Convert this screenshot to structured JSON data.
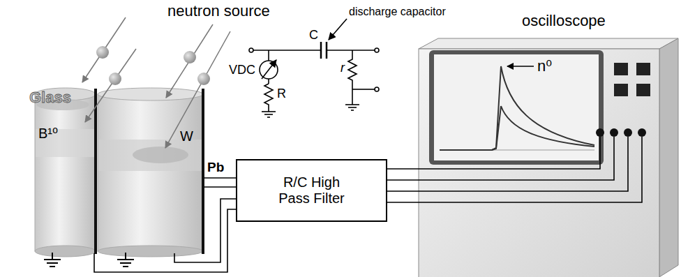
{
  "diagram": {
    "nodes": [
      {
        "text": [
          "Glass",
          "B¹⁰"
        ]
      },
      {
        "text": [
          "W",
          "Pb"
        ]
      },
      {
        "text": [
          "R/C High Pass Filter"
        ]
      },
      {
        "text": [
          "oscilloscope"
        ]
      },
      {
        "text": [
          "n⁰"
        ],
        "in": 3
      }
    ],
    "edges": [
      {
        "from": 0,
        "to": 2,
        "arrow": "none"
      },
      {
        "from": 1,
        "to": 2,
        "arrow": "none"
      },
      {
        "from": 1,
        "to": 2,
        "arrow": "none"
      },
      {
        "from": 1,
        "to": 2,
        "arrow": "none"
      },
      {
        "from": 2,
        "to": 3,
        "arrow": "none"
      },
      {
        "from": 2,
        "to": 3,
        "arrow": "none"
      },
      {
        "from": 2,
        "to": 3,
        "arrow": "none"
      },
      {
        "from": 2,
        "to": 3,
        "arrow": "none"
      }
    ],
    "labels": [
      "neutron source",
      "discharge capacitor",
      "VDC",
      "R",
      "C",
      "r"
    ]
  }
}
